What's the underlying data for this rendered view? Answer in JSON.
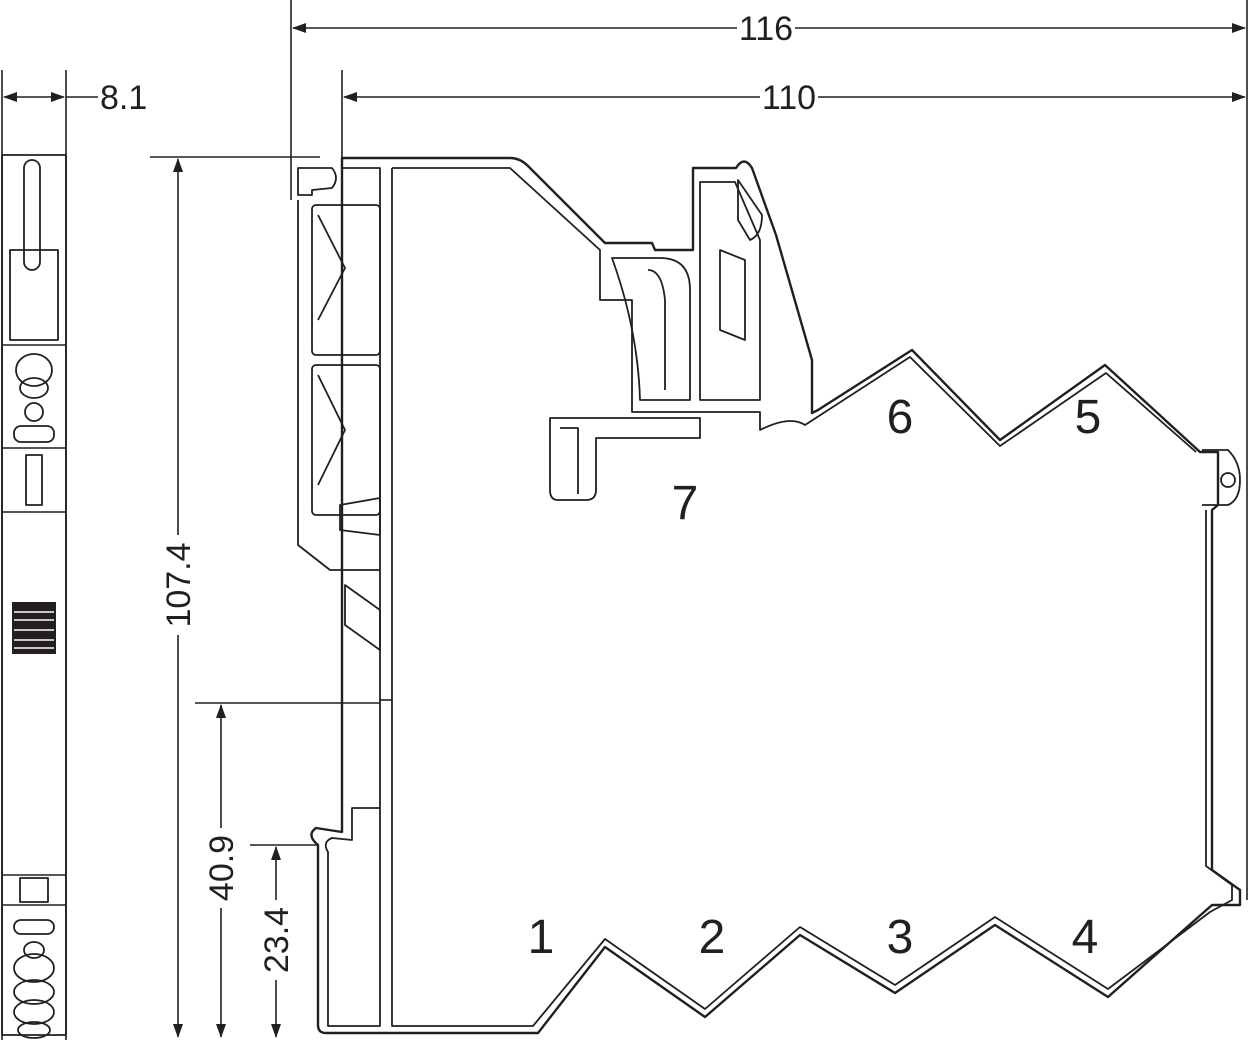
{
  "dimensions": {
    "overall_width": "116",
    "housing_width": "110",
    "module_thickness": "8.1",
    "overall_height": "107.4",
    "rail_to_top_height": "40.9",
    "lower_height": "23.4"
  },
  "terminals": {
    "t1": "1",
    "t2": "2",
    "t3": "3",
    "t4": "4",
    "t5": "5",
    "t6": "6",
    "t7": "7"
  }
}
